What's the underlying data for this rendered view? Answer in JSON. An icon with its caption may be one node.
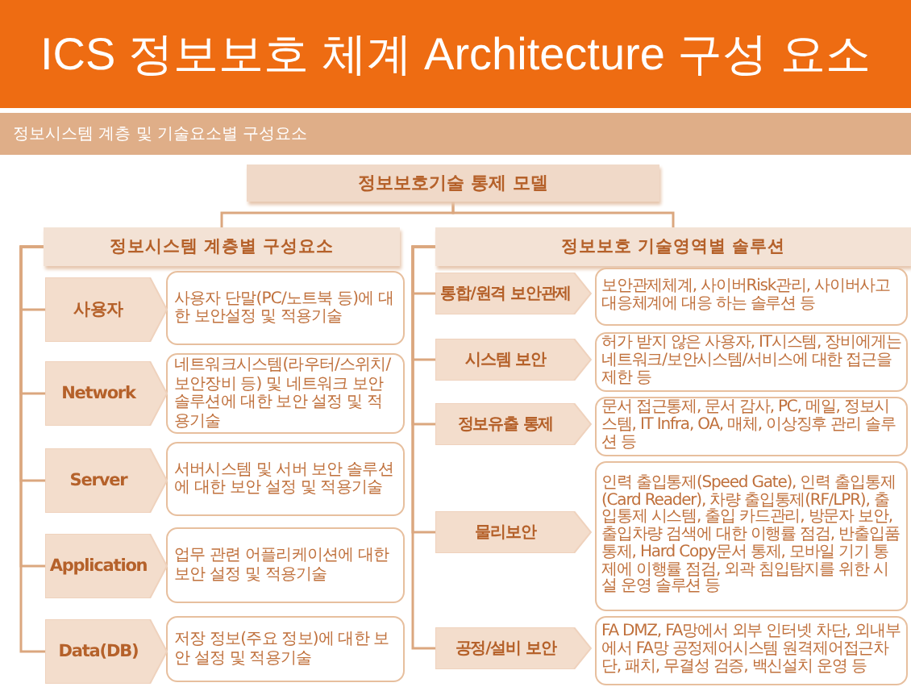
{
  "diagram": {
    "title": "ICS 정보보호 체계 Architecture 구성 요소",
    "nodes": [
      {
        "text": [
          "정보시스템 계층 및 기술요소별 구성요소"
        ]
      },
      {
        "text": [
          "정보보호기술 통제 모델"
        ]
      },
      {
        "text": [
          "정보시스템 계층별 구성요소"
        ]
      },
      {
        "text": [
          "정보보호 기술영역별 솔루션"
        ]
      },
      {
        "text": [
          "사용자"
        ]
      },
      {
        "text": [
          "Network"
        ]
      },
      {
        "text": [
          "Server"
        ]
      },
      {
        "text": [
          "Application"
        ]
      },
      {
        "text": [
          "Data(DB)"
        ]
      },
      {
        "text": [
          "사용자 단말(PC/노트북 등)에 대한 보안설정 및 적용기술"
        ]
      },
      {
        "text": [
          "네트워크시스템(라우터/스위치/보안장비 등) 및 네트워크 보안솔루션에 대한 보안 설정 및 적용기술"
        ]
      },
      {
        "text": [
          "서버시스템 및 서버 보안 솔루션에 대한 보안 설정 및 적용기술"
        ]
      },
      {
        "text": [
          "업무 관련 어플리케이션에 대한 보안 설정 및 적용기술"
        ]
      },
      {
        "text": [
          "저장 정보(주요 정보)에 대한 보안 설정 및 적용기술"
        ]
      },
      {
        "text": [
          "통합/원격 보안관제"
        ]
      },
      {
        "text": [
          "시스템 보안"
        ]
      },
      {
        "text": [
          "정보유출 통제"
        ]
      },
      {
        "text": [
          "물리보안"
        ]
      },
      {
        "text": [
          "공정/설비 보안"
        ]
      },
      {
        "text": [
          "보안관제체계, 사이버Risk관리, 사이버사고 대응체계에 대응 하는 솔루션 등"
        ]
      },
      {
        "text": [
          "허가 받지 않은 사용자, IT시스템, 장비에게는 네트워크/보안시스템/서비스에 대한 접근을 제한 등"
        ]
      },
      {
        "text": [
          "문서 접근통제, 문서 감사, PC, 메일, 정보시스템, IT Infra, OA, 매체, 이상징후 관리 솔루션 등"
        ]
      },
      {
        "text": [
          "인력 출입통제(Speed Gate), 인력 출입통제 (Card Reader), 차량 출입통제(RF/LPR), 출입통제 시스템, 출입 카드관리, 방문자 보안, 출입차량 검색에 대한 이행률 점검, 반출입품 통제, Hard Copy문서 통제, 모바일 기기 통제에 이행률 점검, 외곽 침입탐지를 위한 시설 운영 솔루션 등"
        ]
      },
      {
        "text": [
          "FA DMZ, FA망에서 외부 인터넷 차단, 외내부에서 FA망 공정제어시스템 원격제어접근차단, 패치, 무결성 검증, 백신설치 운영 등"
        ]
      }
    ],
    "edges": [
      {
        "from": 1,
        "to": 2,
        "arrow": "none"
      },
      {
        "from": 1,
        "to": 3,
        "arrow": "none"
      },
      {
        "from": 2,
        "to": 4,
        "arrow": "none"
      },
      {
        "from": 2,
        "to": 5,
        "arrow": "none"
      },
      {
        "from": 2,
        "to": 6,
        "arrow": "none"
      },
      {
        "from": 2,
        "to": 7,
        "arrow": "none"
      },
      {
        "from": 2,
        "to": 8,
        "arrow": "none"
      },
      {
        "from": 3,
        "to": 14,
        "arrow": "none"
      },
      {
        "from": 3,
        "to": 15,
        "arrow": "none"
      },
      {
        "from": 3,
        "to": 16,
        "arrow": "none"
      },
      {
        "from": 3,
        "to": 17,
        "arrow": "none"
      },
      {
        "from": 3,
        "to": 18,
        "arrow": "none"
      }
    ]
  }
}
